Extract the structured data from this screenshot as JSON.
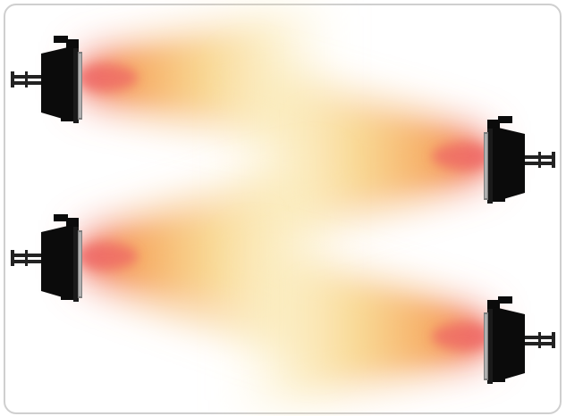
{
  "diagram": {
    "kind": "heater-beam-overlap",
    "beam_colors": {
      "core": "#ef6b6b",
      "mid": "#f6a75e",
      "outer": "#f8dd8f"
    },
    "frame_border": "#cfcfcf",
    "heater_body": "#0b0b0b",
    "heater_lens": "#7d7d7d",
    "heaters": [
      {
        "id": "heater-top-left",
        "facing": "right"
      },
      {
        "id": "heater-top-right",
        "facing": "left"
      },
      {
        "id": "heater-bottom-left",
        "facing": "right"
      },
      {
        "id": "heater-bottom-right",
        "facing": "left"
      }
    ]
  }
}
